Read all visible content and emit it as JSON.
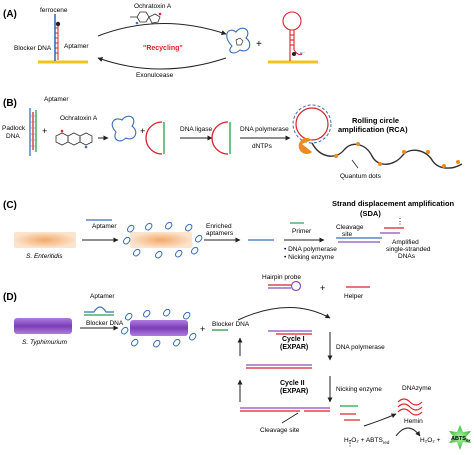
{
  "panels": {
    "a": {
      "letter": "(A)",
      "ferrocene": "ferrocene",
      "ochratoxin": "Ochratoxin A",
      "blocker": "Blocker DNA",
      "aptamer": "Aptamer",
      "recycling": "\"Recycling\"",
      "exonuclease": "Exonulcease",
      "plus": "+"
    },
    "b": {
      "letter": "(B)",
      "aptamer": "Aptamer",
      "padlock1": "Padlock",
      "padlock2": "DNA",
      "ochratoxin": "Ochratoxin A",
      "plus": "+",
      "ligase": "DNA ligase",
      "polymerase": "DNA polymerase",
      "dntps": "dNTPs",
      "rca1": "Rolling circle",
      "rca2": "amplification (RCA)",
      "qdots": "Quantum dots"
    },
    "c": {
      "letter": "(C)",
      "bacteria": "S. Enteritidis",
      "aptamer": "Aptamer",
      "enriched1": "Enriched",
      "enriched2": "aptamers",
      "primer": "Primer",
      "polymerase": "• DNA polymerase",
      "nicking": "• Nicking enzyme",
      "sda1": "Strand displacement amplification",
      "sda2": "(SDA)",
      "cleavage1": "Cleavage",
      "cleavage2": "site",
      "amplified1": "Amplified",
      "amplified2": "single-stranded",
      "amplified3": "DNAs",
      "dots": "⋮"
    },
    "d": {
      "letter": "(D)",
      "bacteria": "S. Typhimurium",
      "aptamer": "Aptamer",
      "blocker": "Blocker DNA",
      "plus": "+",
      "blocker2": "Blocker DNA",
      "hairpin": "Hairpin probe",
      "helper": "Helper",
      "plus2": "+",
      "cycle1a": "Cycle I",
      "cycle1b": "(EXPAR)",
      "polymerase": "DNA polymerase",
      "cycle2a": "Cycle II",
      "cycle2b": "(EXPAR)",
      "nicking": "Nicking enzyme",
      "dnazyme": "DNAzyme",
      "hemin": "Hemin",
      "cleavage": "Cleavage site",
      "h2o2a": "H₂O₂ + ABTS",
      "red": "red",
      "h2o2b": "H₂O₂ +",
      "abts": "ABTS",
      "ox": "ox",
      "dots": "⋮"
    }
  },
  "colors": {
    "gold": "#f0c419",
    "red": "#d8232a",
    "green": "#2a9d4a",
    "blue": "#3b6fb6",
    "purple": "#8a4fbf",
    "orange": "#f08a1c",
    "abts": "#5fd35a"
  }
}
